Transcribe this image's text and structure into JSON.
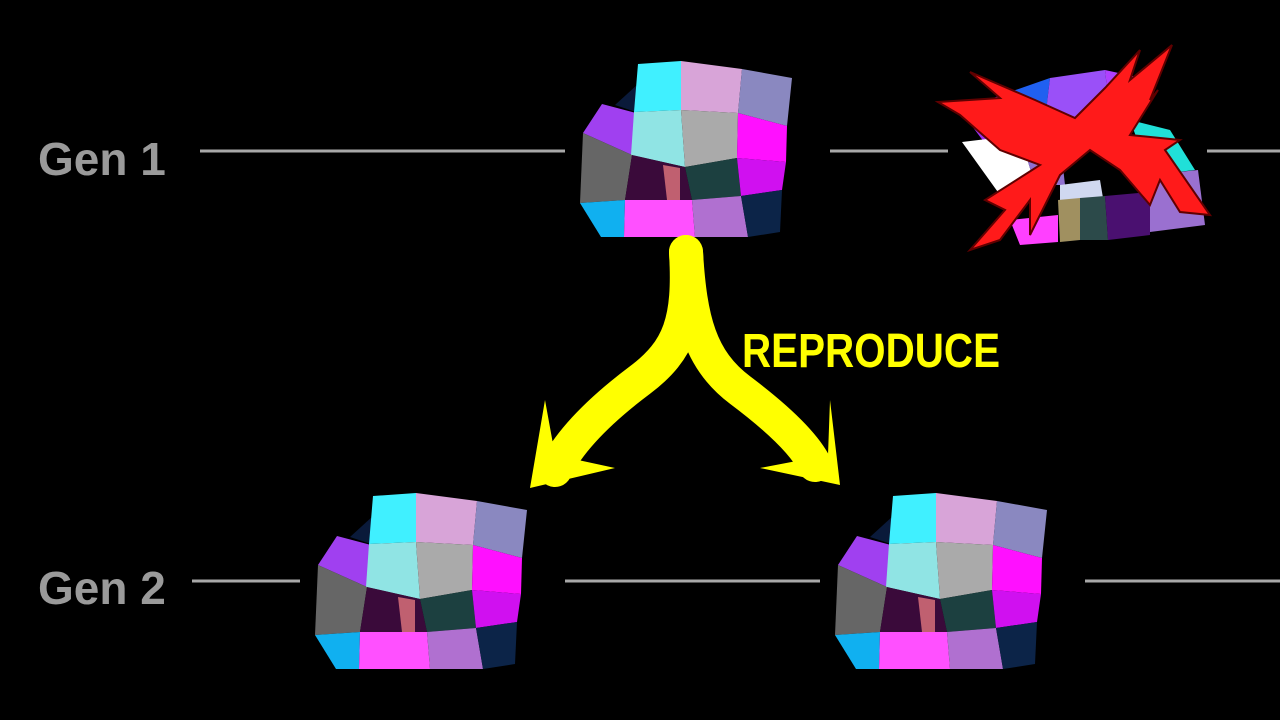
{
  "labels": {
    "gen1": "Gen 1",
    "gen2": "Gen 2",
    "action": "REPRODUCE"
  },
  "colors": {
    "arrow": "#ffff00",
    "reject_mark": "#ff1a1a",
    "timeline": "#a8a8a8",
    "label": "#9a9a9a"
  },
  "icons": {
    "reject": "red-x-mark"
  }
}
